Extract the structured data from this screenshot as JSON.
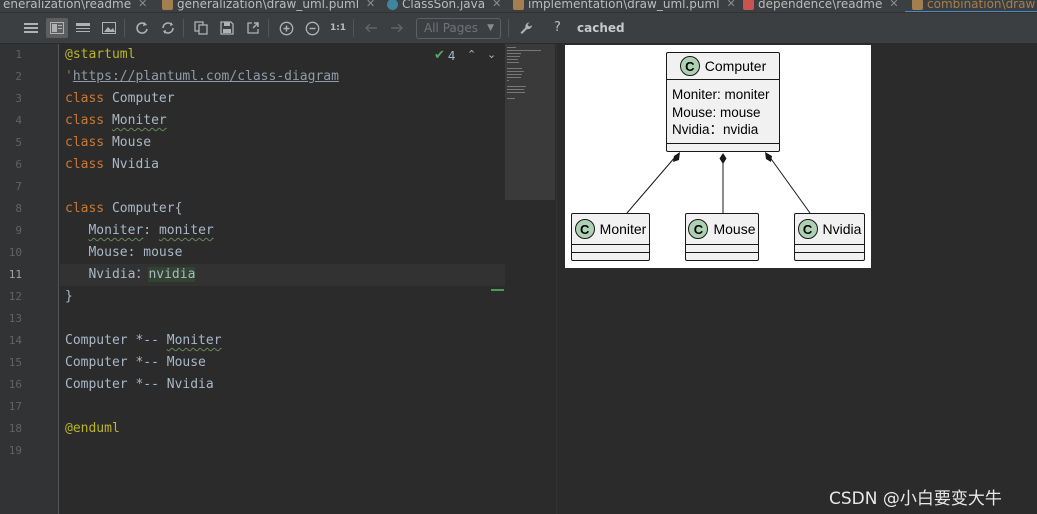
{
  "tabs": [
    {
      "label": "eneralization\\readme",
      "icon_color": "#a37f4f",
      "active": false
    },
    {
      "label": "generalization\\draw_uml.puml",
      "icon_color": "#a37f4f",
      "active": false
    },
    {
      "label": "ClassSon.java",
      "icon_color": "#3e86a0",
      "active": false
    },
    {
      "label": "implementation\\draw_uml.puml",
      "icon_color": "#a37f4f",
      "active": false
    },
    {
      "label": "dependence\\readme",
      "icon_color": "#c75450",
      "active": false
    },
    {
      "label": "combination\\draw",
      "icon_color": "#a37f4f",
      "active": true
    }
  ],
  "toolbar": {
    "pages_dropdown": "All Pages",
    "zoom_ratio": "1:1",
    "help": "?",
    "status": "cached",
    "icons": [
      "hamburger-icon",
      "split-view-icon",
      "list-icon",
      "image-icon",
      "refresh-icon",
      "sync-icon",
      "copy-icon",
      "save-icon",
      "external-link-icon",
      "zoom-in-icon",
      "zoom-out-icon",
      "ratio-icon",
      "back-icon",
      "forward-icon",
      "wrench-icon"
    ]
  },
  "editor": {
    "current_line": 11,
    "inspection_count": "4",
    "lines": [
      [
        {
          "t": "@startuml",
          "c": "ann"
        }
      ],
      [
        {
          "t": "'",
          "c": "quote"
        },
        {
          "t": "https://plantuml.com/class-diagram",
          "c": "url"
        }
      ],
      [
        {
          "t": "class ",
          "c": "kw"
        },
        {
          "t": "Computer",
          "c": ""
        }
      ],
      [
        {
          "t": "class ",
          "c": "kw"
        },
        {
          "t": "Moniter",
          "c": "squig"
        }
      ],
      [
        {
          "t": "class ",
          "c": "kw"
        },
        {
          "t": "Mouse",
          "c": ""
        }
      ],
      [
        {
          "t": "class ",
          "c": "kw"
        },
        {
          "t": "Nvidia",
          "c": ""
        }
      ],
      [],
      [
        {
          "t": "class ",
          "c": "kw"
        },
        {
          "t": "Computer{",
          "c": ""
        }
      ],
      [
        {
          "t": "   ",
          "c": ""
        },
        {
          "t": "Moniter",
          "c": "squig"
        },
        {
          "t": ": ",
          "c": ""
        },
        {
          "t": "moniter",
          "c": "squig"
        }
      ],
      [
        {
          "t": "   Mouse: mouse",
          "c": ""
        }
      ],
      [
        {
          "t": "   Nvidia：",
          "c": ""
        },
        {
          "t": "nvidia",
          "c": "hl"
        }
      ],
      [
        {
          "t": "}",
          "c": ""
        }
      ],
      [],
      [
        {
          "t": "Computer *-- ",
          "c": ""
        },
        {
          "t": "Moniter",
          "c": "squig"
        }
      ],
      [
        {
          "t": "Computer *-- Mouse",
          "c": ""
        }
      ],
      [
        {
          "t": "Computer *-- Nvidia",
          "c": ""
        }
      ],
      [],
      [
        {
          "t": "@enduml",
          "c": "ann"
        }
      ],
      []
    ]
  },
  "diagram": {
    "badge": "C",
    "computer": {
      "name": "Computer",
      "attributes": [
        "Moniter: moniter",
        "Mouse: mouse",
        "Nvidia：nvidia"
      ]
    },
    "moniter": {
      "name": "Moniter"
    },
    "mouse": {
      "name": "Mouse"
    },
    "nvidia": {
      "name": "Nvidia"
    }
  },
  "watermark": "CSDN @小白要变大牛"
}
